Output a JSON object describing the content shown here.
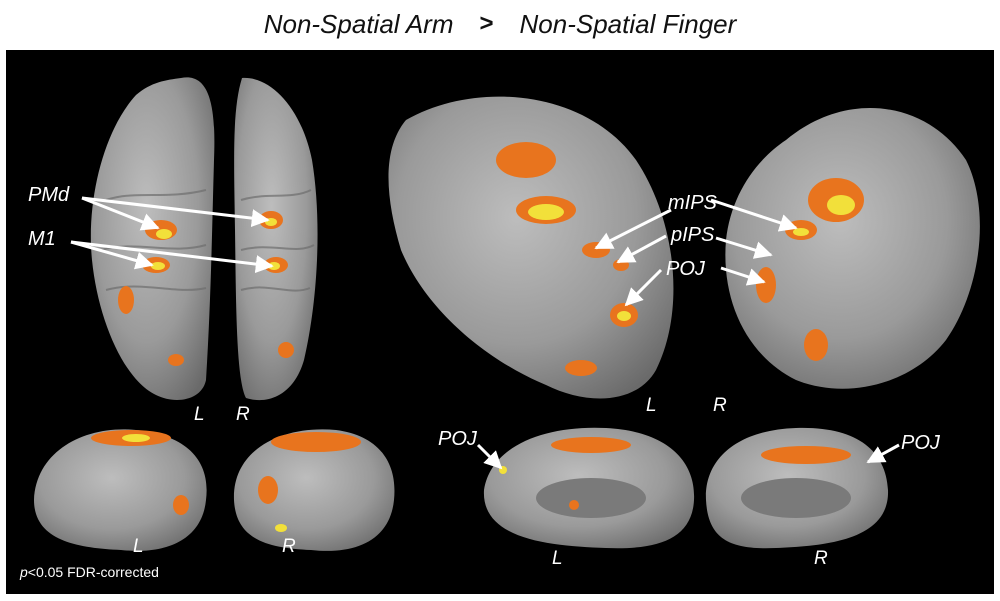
{
  "title": {
    "left": "Non-Spatial Arm",
    "operator": ">",
    "right": "Non-Spatial Finger"
  },
  "labels": {
    "pmd": "PMd",
    "m1": "M1",
    "mips": "mIPS",
    "pips": "pIPS",
    "poj": "POJ"
  },
  "hemispheres": {
    "left": "L",
    "right": "R"
  },
  "footnote": {
    "p": "p",
    "rest": "<0.05 FDR-corrected"
  },
  "colors": {
    "background": "#000000",
    "brain": "#9c9c9c",
    "activation_orange": "#e8741e",
    "activation_yellow": "#f2e03a",
    "arrow": "#ffffff"
  }
}
